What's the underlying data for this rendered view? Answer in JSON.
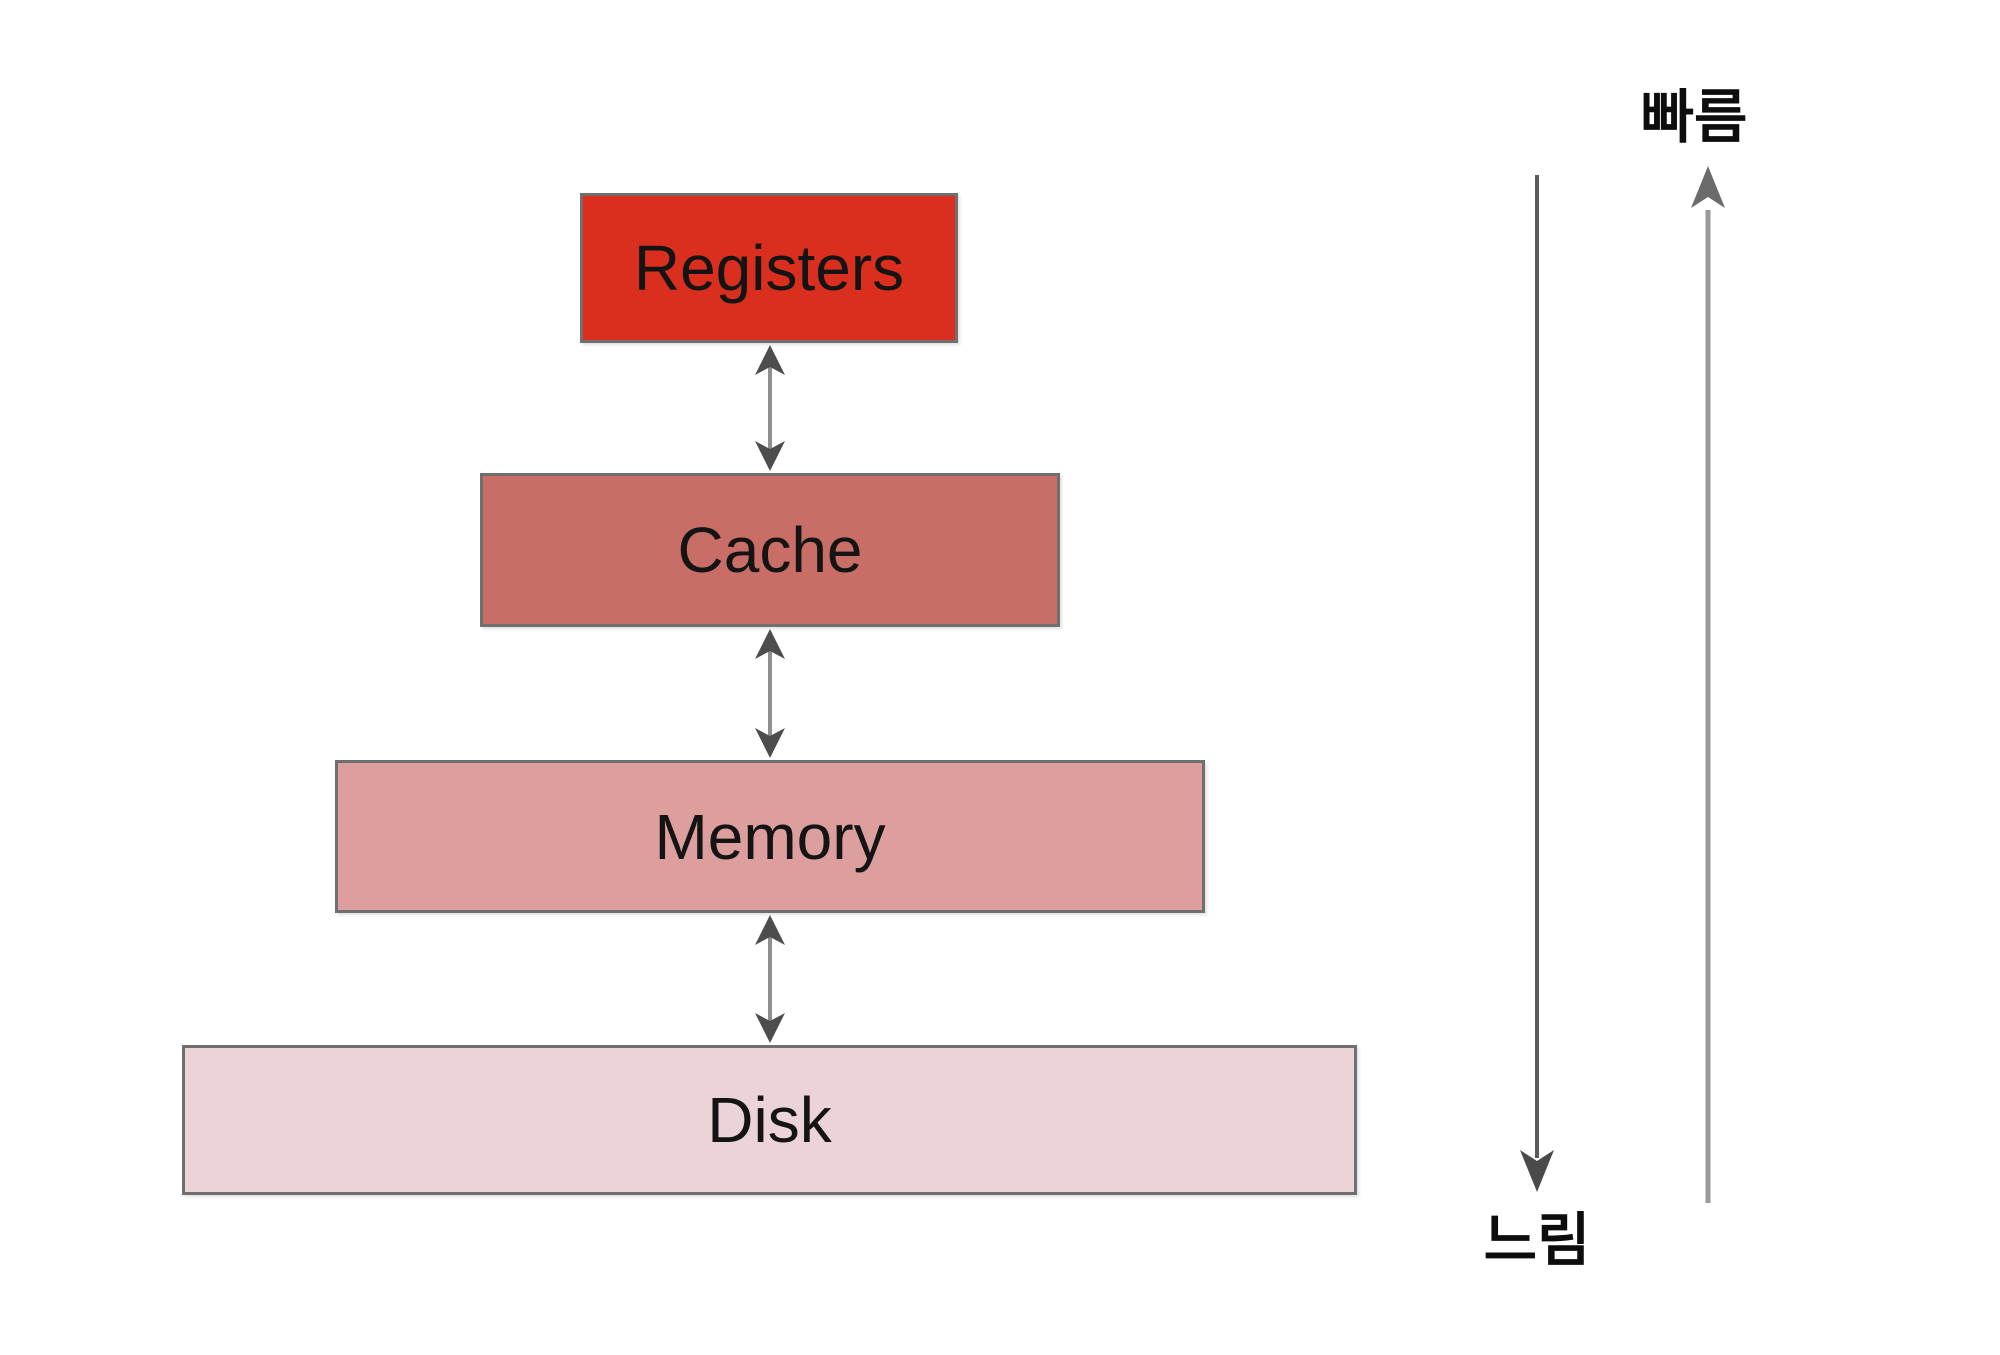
{
  "diagram": {
    "type": "memory-hierarchy",
    "background": "#ffffff",
    "box_border_color": "#6f6f6f",
    "boxes": [
      {
        "id": "registers",
        "label": "Registers",
        "fill": "#da2f1e"
      },
      {
        "id": "cache",
        "label": "Cache",
        "fill": "#c86e66"
      },
      {
        "id": "memory",
        "label": "Memory",
        "fill": "#dd9f9d"
      },
      {
        "id": "disk",
        "label": "Disk",
        "fill": "#ecd3d7"
      }
    ],
    "connectors": {
      "style": "double-headed-vertical",
      "count": 3,
      "line_color": "#8f8f8f",
      "head_color": "#4d4d4d"
    },
    "speed_axis": {
      "fast_label": "빠름",
      "slow_label": "느림",
      "slow_arrow": {
        "direction": "down",
        "line_color": "#5a5a5a",
        "head_color": "#4a4a4a"
      },
      "fast_arrow": {
        "direction": "up",
        "line_color": "#9a9a9a",
        "head_color": "#6b6b6b"
      }
    }
  }
}
